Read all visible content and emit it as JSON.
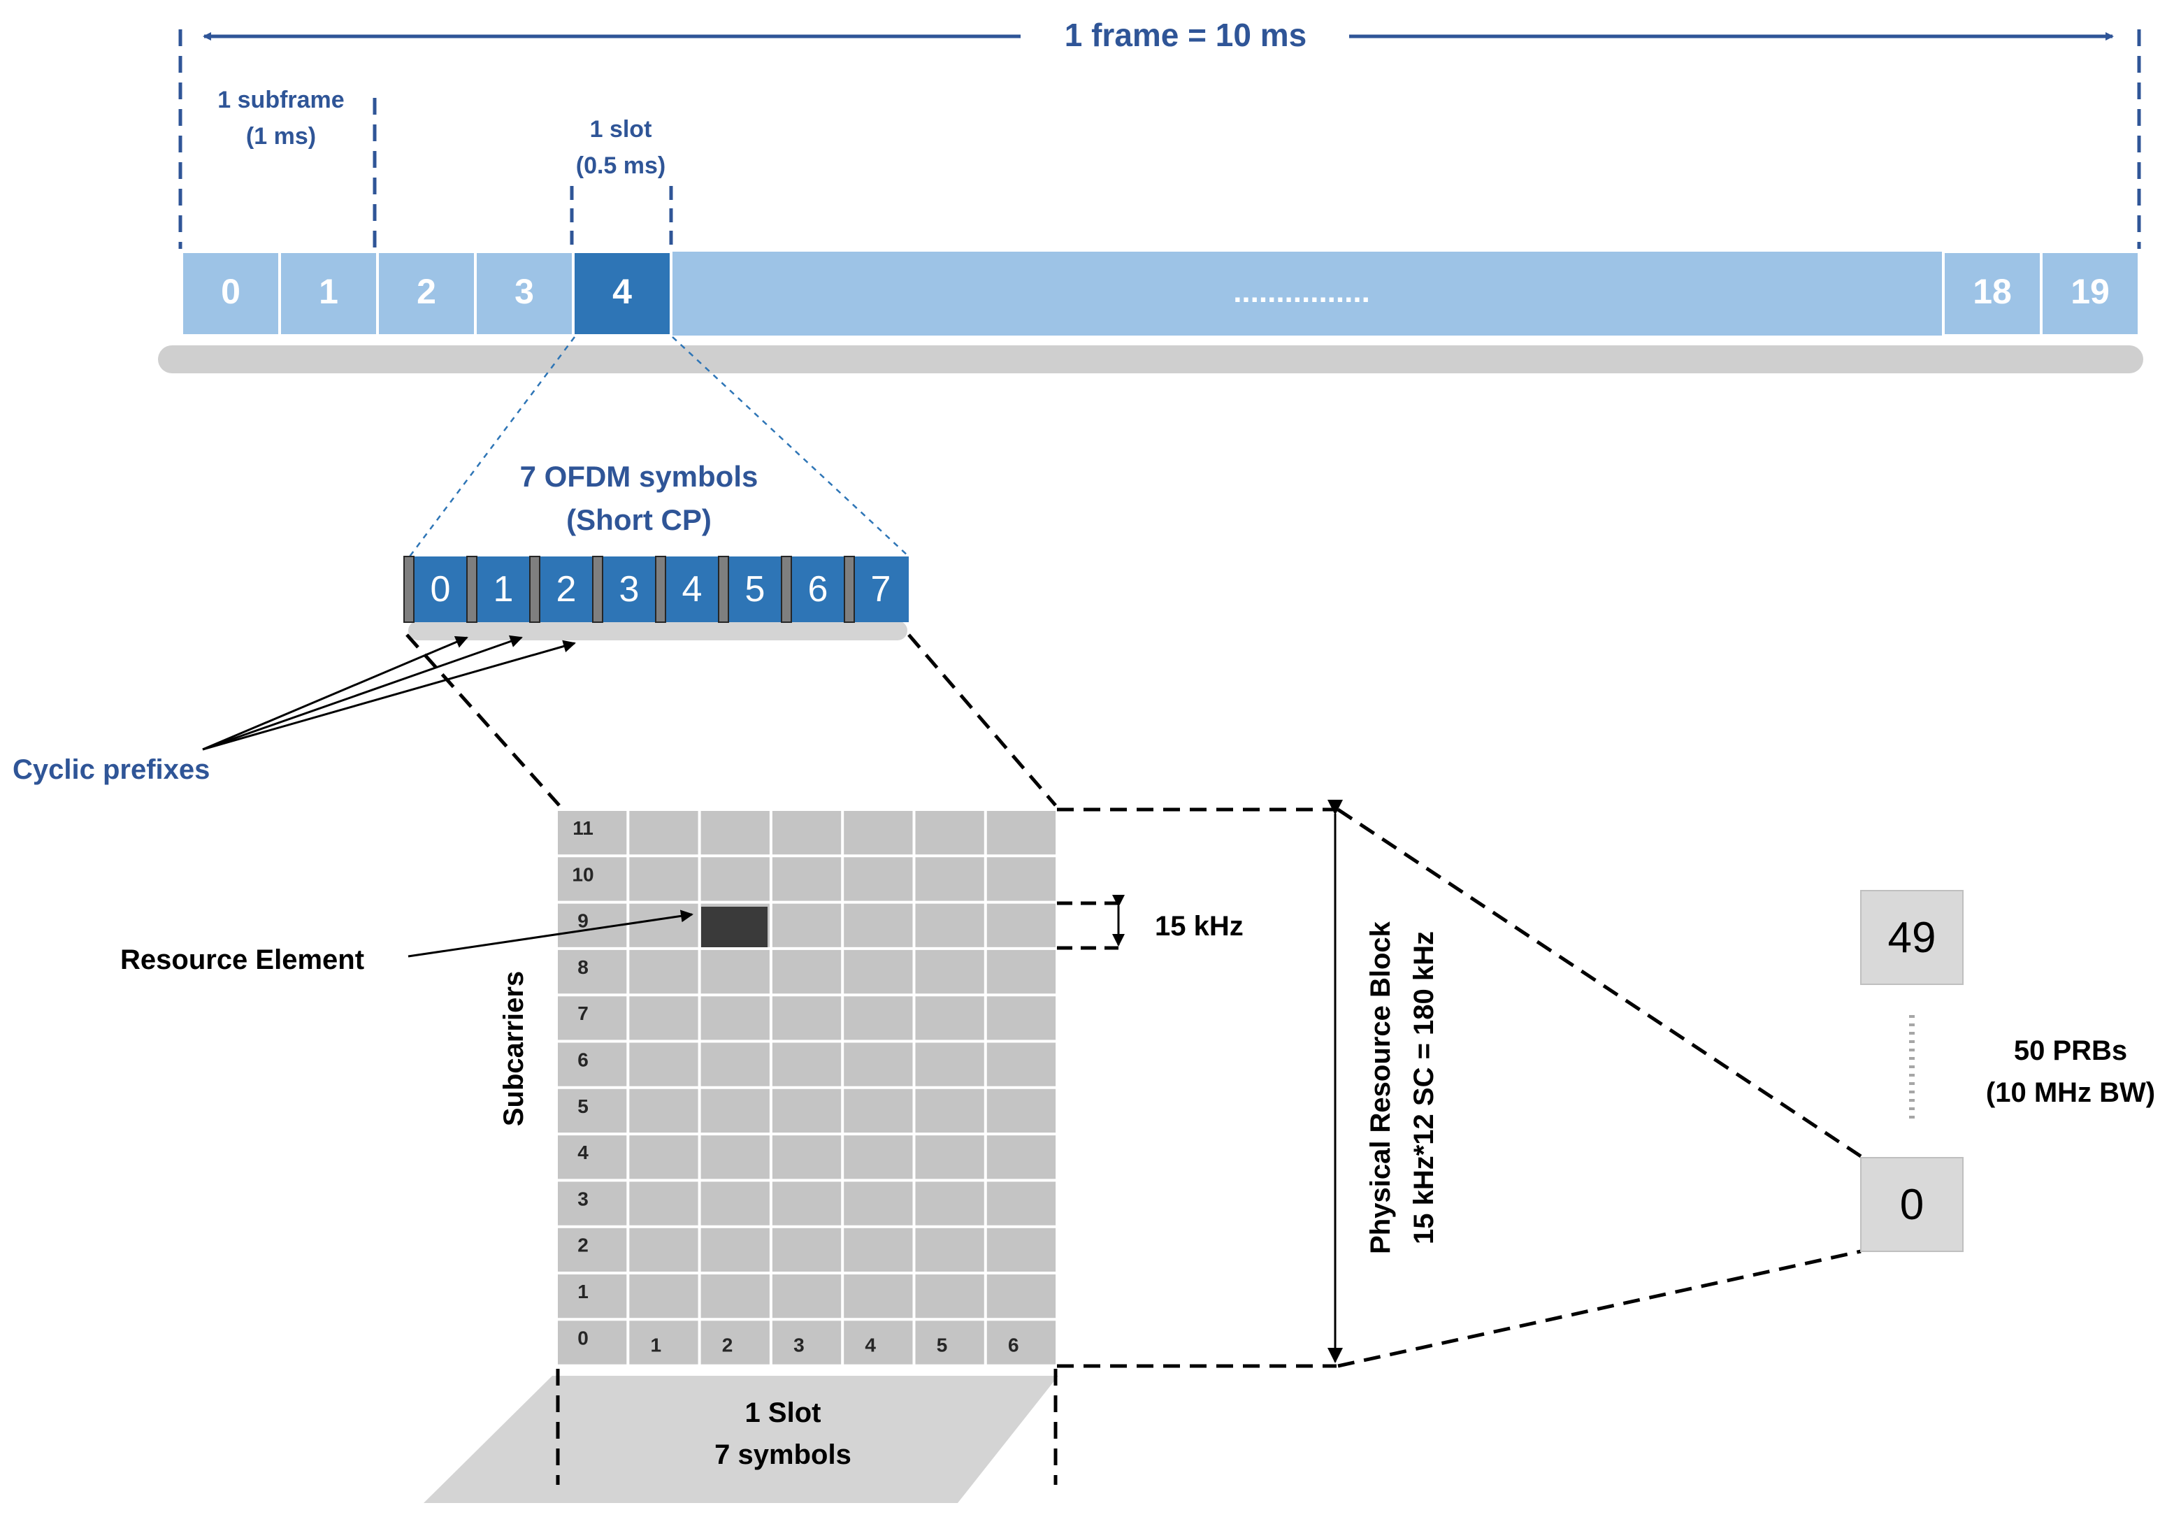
{
  "frame": {
    "title": "1 frame = 10 ms",
    "subframe_label_line1": "1 subframe",
    "subframe_label_line2": "(1 ms)",
    "slot_label_line1": "1 slot",
    "slot_label_line2": "(0.5 ms)",
    "slots": [
      "0",
      "1",
      "2",
      "3",
      "4"
    ],
    "ellipsis": "................",
    "end_slots": [
      "18",
      "19"
    ],
    "highlighted_slot": "4"
  },
  "ofdm": {
    "title_line1": "7 OFDM symbols",
    "title_line2": "(Short CP)",
    "symbols": [
      "0",
      "1",
      "2",
      "3",
      "4",
      "5",
      "6",
      "7"
    ],
    "cyclic_prefix_label": "Cyclic prefixes"
  },
  "grid": {
    "row_labels": [
      "11",
      "10",
      "9",
      "8",
      "7",
      "6",
      "5",
      "4",
      "3",
      "2",
      "1",
      "0"
    ],
    "col_labels": [
      "1",
      "2",
      "3",
      "4",
      "5",
      "6"
    ],
    "y_axis_label": "Subcarriers",
    "resource_element_label": "Resource Element",
    "spacing_label": "15 kHz",
    "slot_label_line1": "1 Slot",
    "slot_label_line2": "7 symbols",
    "prb_label_line1": "Physical Resource Block",
    "prb_label_line2": "15 kHz*12 SC = 180 kHz"
  },
  "prbs": {
    "top": "49",
    "bottom": "0",
    "label_line1": "50 PRBs",
    "label_line2": "(10 MHz BW)"
  },
  "colors": {
    "light_blue": "#9dc3e6",
    "dark_blue": "#2e75b6",
    "title_blue": "#2f5597",
    "grid_gray": "#c4c4c4",
    "label_gray": "#d9d9d9",
    "resource_element": "#3a3a3a",
    "shadow": "#d0d0d0"
  }
}
